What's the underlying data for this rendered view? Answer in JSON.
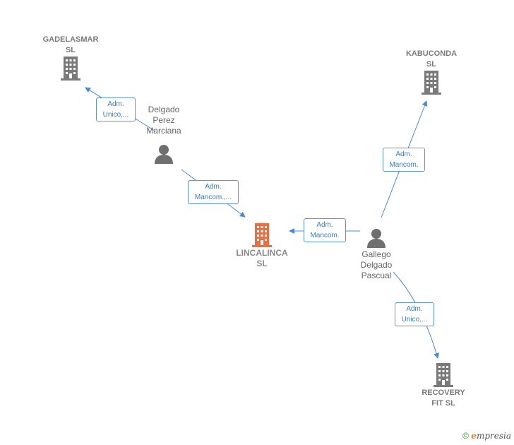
{
  "companies": {
    "gadelasmar": {
      "name": "GADELASMAR\nSL"
    },
    "kabuconda": {
      "name": "KABUCONDA\nSL"
    },
    "lincalinca": {
      "name": "LINCALINCA\nSL"
    },
    "recovery": {
      "name": "RECOVERY\nFIT  SL"
    }
  },
  "persons": {
    "delgado": {
      "name": "Delgado\nPerez\nMarciana"
    },
    "gallego": {
      "name": "Gallego\nDelgado\nPascual"
    }
  },
  "roles": {
    "delgado_gadelasmar": "Adm.\nUnico,...",
    "delgado_lincalinca": "Adm.\nMancom.,...",
    "gallego_lincalinca": "Adm.\nMancom.",
    "gallego_kabuconda": "Adm.\nMancom.",
    "gallego_recovery": "Adm.\nUnico,..."
  },
  "colors": {
    "main_company": "#f26b3a",
    "company": "#7a7a7a",
    "person": "#6f6f6f",
    "edge": "#4a8ad6"
  },
  "footer": {
    "copyright": "©",
    "brand_e": "e",
    "brand_rest": "mpresia"
  }
}
